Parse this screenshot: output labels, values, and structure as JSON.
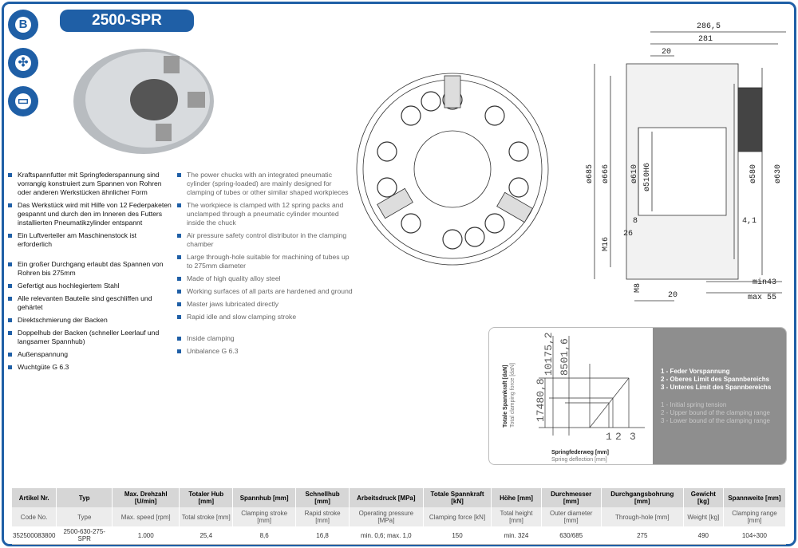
{
  "title": "2500-SPR",
  "icons": [
    "company-logo-icon",
    "chuck-jaws-icon",
    "machine-icon"
  ],
  "features_de": [
    "Kraftspannfutter mit Springfederspannung sind vorrangig konstruiert zum Spannen von Rohren oder anderen Werkstücken ähnlicher Form",
    "Das Werkstück wird mit Hilfe von 12 Federpaketen gespannt und durch den im Inneren des Futters installierten Pneumatikzylinder entspannt",
    "Ein Luftverteiler am Maschinenstock ist erforderlich",
    "Ein großer Durchgang erlaubt das Spannen von Rohren bis 275mm",
    "Gefertigt aus hochlegiertem Stahl",
    "Alle relevanten Bauteile sind geschliffen und gehärtet",
    "Direktschmierung der Backen",
    "Doppelhub der Backen (schneller Leerlauf und langsamer Spannhub)",
    "Außenspannung",
    "Wuchtgüte G 6.3"
  ],
  "features_en": [
    "The power chucks with an integrated pneumatic cylinder (spring-loaded) are mainly designed for clamping of tubes or other similar shaped workpieces",
    "The workpiece is clamped with 12 spring packs and unclamped through a pneumatic cylinder mounted inside the chuck",
    "Air pressure safety control distributor in the clamping chamber",
    "Large through-hole suitable for machining of tubes up to 275mm diameter",
    "Made of high quality alloy steel",
    "Working surfaces of all parts are hardened and ground",
    "Master jaws lubricated directly",
    "Rapid idle and slow clamping stroke",
    "Inside clamping",
    "Unbalance G 6.3"
  ],
  "dimensions": {
    "d1": "286,5",
    "d2": "281",
    "d3": "20",
    "dia685": "ø685",
    "dia666": "ø666",
    "dia610": "ø610",
    "dia510": "ø510H6",
    "dia580": "ø580",
    "dia630": "ø630",
    "d8": "8",
    "d26": "26",
    "d41": "4,1",
    "m16": "M16",
    "m8": "M8",
    "d20b": "20",
    "min43": "min43",
    "max55": "max 55"
  },
  "chart_data": {
    "type": "line",
    "title": "",
    "xlabel": "Springfederweg [mm]",
    "xlabel_en": "Spring deflection [mm]",
    "ylabel": "Totale Spannkraft [daN]",
    "ylabel_en": "Total clamping force [daN]",
    "x_ticks": [
      "1",
      "2",
      "3"
    ],
    "force_values": [
      "17480,8",
      "10175,2",
      "8501,6"
    ],
    "legend_de": [
      "1 - Feder Vorspannung",
      "2 - Oberes Limit des Spannbereichs",
      "3 - Unteres Limit des Spannbereichs"
    ],
    "legend_en": [
      "1 - Initial spring tension",
      "2 - Upper bound of the clamping range",
      "3 - Lower bound of the clamping range"
    ]
  },
  "table": {
    "headers_de": [
      "Artikel Nr.",
      "Typ",
      "Max. Drehzahl [U/min]",
      "Totaler Hub [mm]",
      "Spannhub [mm]",
      "Schnellhub [mm]",
      "Arbeitsdruck [MPa]",
      "Totale Spannkraft [kN]",
      "Höhe [mm]",
      "Durchmesser [mm]",
      "Durchgangsbohrung [mm]",
      "Gewicht [kg]",
      "Spannweite [mm]"
    ],
    "headers_en": [
      "Code No.",
      "Type",
      "Max. speed [rpm]",
      "Total stroke [mm]",
      "Clamping stroke [mm]",
      "Rapid stroke [mm]",
      "Operating pressure [MPa]",
      "Clamping force [kN]",
      "Total height [mm]",
      "Outer diameter [mm]",
      "Through-hole [mm]",
      "Weight [kg]",
      "Clamping range [mm]"
    ],
    "row": [
      "352500083800",
      "2500-630-275-SPR",
      "1.000",
      "25,4",
      "8,6",
      "16,8",
      "min. 0,6; max. 1,0",
      "150",
      "min. 324",
      "630/685",
      "275",
      "490",
      "104÷300"
    ]
  }
}
